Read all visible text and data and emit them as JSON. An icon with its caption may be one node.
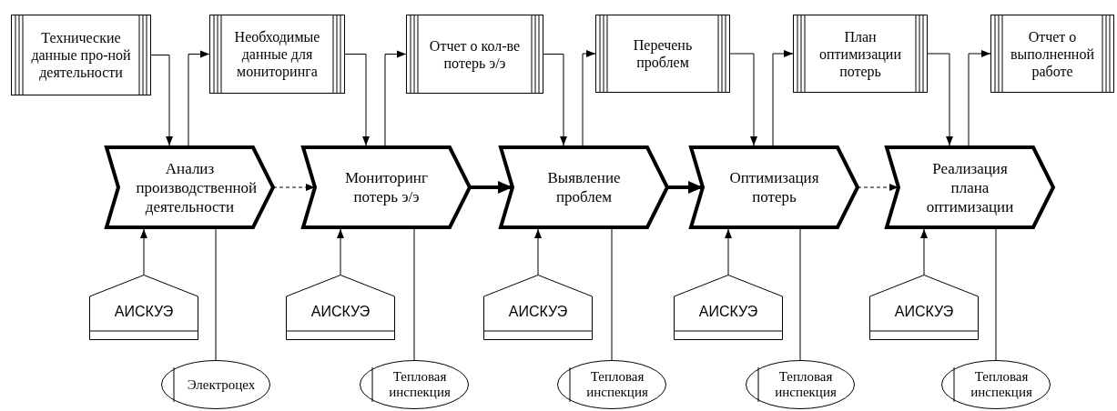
{
  "diagram": {
    "nodes": [
      {
        "text": [
          "Технические данные про-ной деятельности"
        ]
      },
      {
        "text": [
          "Необходимые данные для мониторинга"
        ]
      },
      {
        "text": [
          "Отчет о кол-ве потерь э/э"
        ]
      },
      {
        "text": [
          "Перечень проблем"
        ]
      },
      {
        "text": [
          "План оптимизации потерь"
        ]
      },
      {
        "text": [
          "Отчет о выполненной работе"
        ]
      },
      {
        "text": [
          "Анализ производственной деятельности"
        ]
      },
      {
        "text": [
          "Мониторинг потерь э/э"
        ]
      },
      {
        "text": [
          "Выявление проблем"
        ]
      },
      {
        "text": [
          "Оптимизация потерь"
        ]
      },
      {
        "text": [
          "Реализация плана оптимизации"
        ]
      },
      {
        "text": [
          "АИСКУЭ"
        ]
      },
      {
        "text": [
          "АИСКУЭ"
        ]
      },
      {
        "text": [
          "АИСКУЭ"
        ]
      },
      {
        "text": [
          "АИСКУЭ"
        ]
      },
      {
        "text": [
          "АИСКУЭ"
        ]
      },
      {
        "text": [
          "Электроцех"
        ]
      },
      {
        "text": [
          "Тепловая инспекция"
        ]
      },
      {
        "text": [
          "Тепловая инспекция"
        ]
      },
      {
        "text": [
          "Тепловая инспекция"
        ]
      },
      {
        "text": [
          "Тепловая инспекция"
        ]
      }
    ],
    "edges": [
      {
        "from": 0,
        "to": 6,
        "arrow": "to"
      },
      {
        "from": 6,
        "to": 1,
        "arrow": "to"
      },
      {
        "from": 1,
        "to": 7,
        "arrow": "to"
      },
      {
        "from": 7,
        "to": 2,
        "arrow": "to"
      },
      {
        "from": 2,
        "to": 8,
        "arrow": "to"
      },
      {
        "from": 8,
        "to": 3,
        "arrow": "to"
      },
      {
        "from": 3,
        "to": 9,
        "arrow": "to"
      },
      {
        "from": 9,
        "to": 4,
        "arrow": "to"
      },
      {
        "from": 4,
        "to": 10,
        "arrow": "to"
      },
      {
        "from": 10,
        "to": 5,
        "arrow": "to"
      },
      {
        "from": 6,
        "to": 7,
        "arrow": "to",
        "style": "dashed"
      },
      {
        "from": 7,
        "to": 8,
        "arrow": "to",
        "style": "thick"
      },
      {
        "from": 8,
        "to": 9,
        "arrow": "to",
        "style": "thick"
      },
      {
        "from": 9,
        "to": 10,
        "arrow": "to",
        "style": "dashed"
      },
      {
        "from": 11,
        "to": 6,
        "arrow": "to"
      },
      {
        "from": 12,
        "to": 7,
        "arrow": "to"
      },
      {
        "from": 13,
        "to": 8,
        "arrow": "to"
      },
      {
        "from": 14,
        "to": 9,
        "arrow": "to"
      },
      {
        "from": 15,
        "to": 10,
        "arrow": "to"
      },
      {
        "from": 6,
        "to": 16,
        "arrow": "none"
      },
      {
        "from": 7,
        "to": 17,
        "arrow": "none"
      },
      {
        "from": 8,
        "to": 18,
        "arrow": "none"
      },
      {
        "from": 9,
        "to": 19,
        "arrow": "none"
      },
      {
        "from": 10,
        "to": 20,
        "arrow": "none"
      }
    ]
  }
}
